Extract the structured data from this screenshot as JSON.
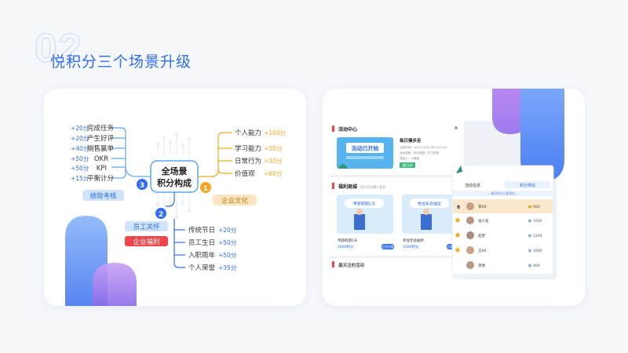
{
  "watermark": "02",
  "heading": "悦积分三个场景升级",
  "mindmap": {
    "center": [
      "全场景",
      "积分构成"
    ],
    "badges": [
      "1",
      "2",
      "3"
    ],
    "performance": {
      "tag": "绩效考核",
      "items": [
        {
          "label": "完成任务",
          "points": "+20分"
        },
        {
          "label": "产生好评",
          "points": "+20分"
        },
        {
          "label": "销售赢单",
          "points": "+40分"
        },
        {
          "label": "OKR",
          "points": "+50分"
        },
        {
          "label": "KPI",
          "points": "+50分"
        },
        {
          "label": "平衡计分",
          "points": "+15分"
        }
      ]
    },
    "culture": {
      "tag": "企业文化",
      "items": [
        {
          "label": "个人能力",
          "points": "+100分"
        },
        {
          "label": "学习能力",
          "points": "+50分"
        },
        {
          "label": "日常行为",
          "points": "+30分"
        },
        {
          "label": "价值观",
          "points": "+60分"
        }
      ]
    },
    "care": {
      "tags": [
        "员工关怀",
        "企业福利"
      ],
      "items": [
        {
          "label": "传统节日",
          "points": "+20分"
        },
        {
          "label": "员工生日",
          "points": "+50分"
        },
        {
          "label": "入职周年",
          "points": "+50分"
        },
        {
          "label": "个人荣誉",
          "points": "+35分"
        }
      ]
    }
  },
  "app": {
    "activity_title": "活动中心",
    "activity_banner": "活动已开始",
    "activity_name": "每日健步走",
    "activity_meta": [
      "活动时间：2021/11/20-2021/12/20",
      "活动奖励：积分奖励，打卡奖励",
      "发起人：人事部"
    ],
    "activity_status": "进行中",
    "welfare_title": "福利商城",
    "welfare_sub": "(积分可兑换)",
    "welfare_more": "更多",
    "welfare_items": [
      {
        "banner": "带薪假期1天",
        "name": "带薪假期1天",
        "points": "5000积分",
        "button": "立即兑换"
      },
      {
        "banner": "参加年会抽奖",
        "name": "参加年会抽奖",
        "points": "5000积分",
        "button": "立即兑换"
      }
    ],
    "bottom_title": "最关注的活动",
    "ranking": {
      "tabs": [
        "活动信息",
        "积分排名"
      ],
      "subtitle": "—每月积分之星排名—",
      "rows": [
        {
          "rank": "8",
          "name": "李XX",
          "score": "900"
        },
        {
          "rank": "",
          "name": "张小名",
          "score": "1500"
        },
        {
          "rank": "",
          "name": "赵梦",
          "score": "1200"
        },
        {
          "rank": "",
          "name": "王XX",
          "score": "1000"
        },
        {
          "rank": "",
          "name": "李倩",
          "score": "900"
        }
      ]
    }
  },
  "colors": {
    "accent": "#2f6df5",
    "light_blue": "#5aa7f5",
    "orange": "#f5a623",
    "red": "#f0444b",
    "purple": "#b387f2",
    "tag_blue_bg": "#cfe3fb"
  }
}
